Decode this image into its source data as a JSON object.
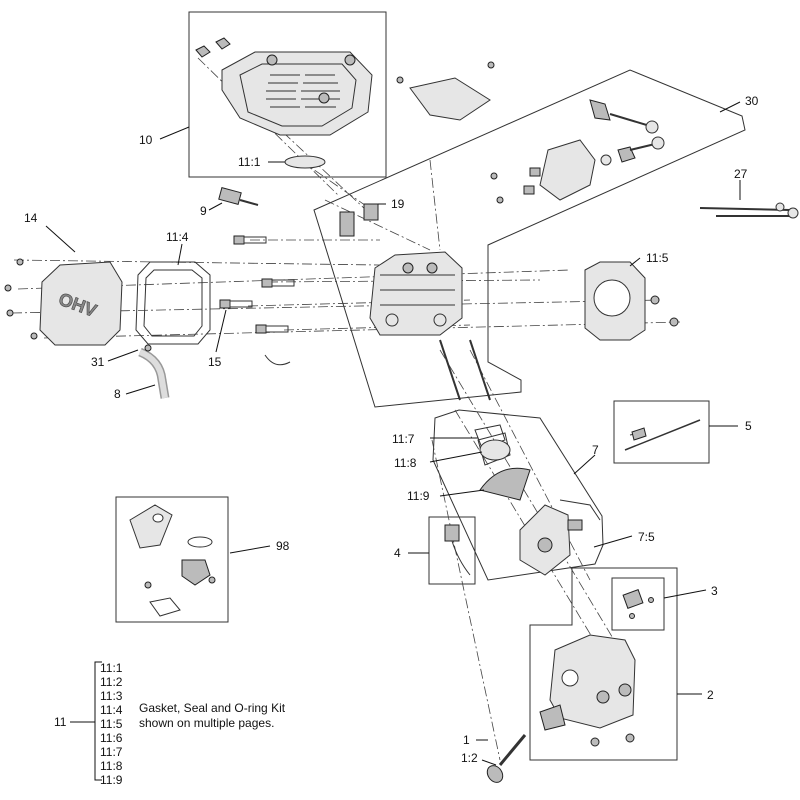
{
  "callouts": {
    "c10": "10",
    "c11_1": "11:1",
    "c9": "9",
    "c19": "19",
    "c30": "30",
    "c27": "27",
    "c14": "14",
    "c11_4": "11:4",
    "c11_5": "11:5",
    "c31": "31",
    "c15": "15",
    "c8": "8",
    "c5": "5",
    "c11_7": "11:7",
    "c11_8": "11:8",
    "c7": "7",
    "c11_9": "11:9",
    "c98": "98",
    "c4": "4",
    "c7_5": "7:5",
    "c3": "3",
    "c2": "2",
    "c1": "1",
    "c1_2": "1:2"
  },
  "kit": {
    "number": "11",
    "items": [
      "11:1",
      "11:2",
      "11:3",
      "11:4",
      "11:5",
      "11:6",
      "11:7",
      "11:8",
      "11:9"
    ],
    "note_line1": "Gasket, Seal and O-ring Kit",
    "note_line2": "shown on multiple pages."
  },
  "decal_text": "OHV"
}
